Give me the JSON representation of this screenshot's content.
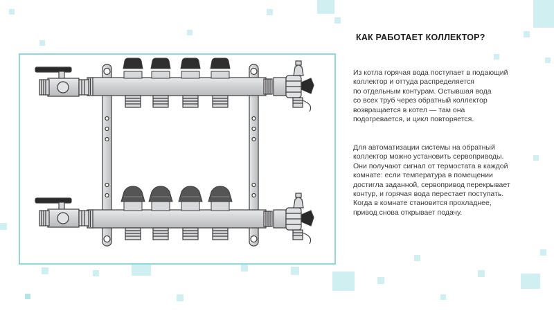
{
  "heading": "КАК РАБОТАЕТ КОЛЛЕКТОР?",
  "paragraph1": [
    "Из котла горячая вода поступает в подающий",
    "коллектор и оттуда распределяется",
    "по отдельным контурам. Остывшая вода",
    "со всех труб через обратный коллектор",
    "возвращается в котел — там она",
    "подогревается, и цикл повторяется."
  ],
  "paragraph2": [
    "Для автоматизации системы на обратный",
    "коллектор можно установить сервоприводы.",
    "Они получают сигнал от термостата в каждой",
    "комнате: если температура в помещении",
    "достигла заданной, сервопривод перекрывает",
    "контур, и горячая вода перестает поступать.",
    "Когда в комнате становится прохладнее,",
    "привод снова открывает подачу."
  ],
  "colors": {
    "frame_border": "#8fd9da",
    "decor_square": "#cfeff0",
    "pipe_fill": "#d2d3d5",
    "pipe_stroke": "#3c3c3c",
    "cap_fill": "#2f2f2f",
    "handle_fill": "#2a2a2a",
    "servo_fill": "#555555"
  },
  "diagram": {
    "supply_outlets": 4,
    "return_outlets": 4,
    "icons": [
      "ball-valve-icon",
      "air-vent-icon",
      "drain-valve-icon",
      "servo-actuator-icon",
      "thermostatic-cap-icon"
    ]
  }
}
